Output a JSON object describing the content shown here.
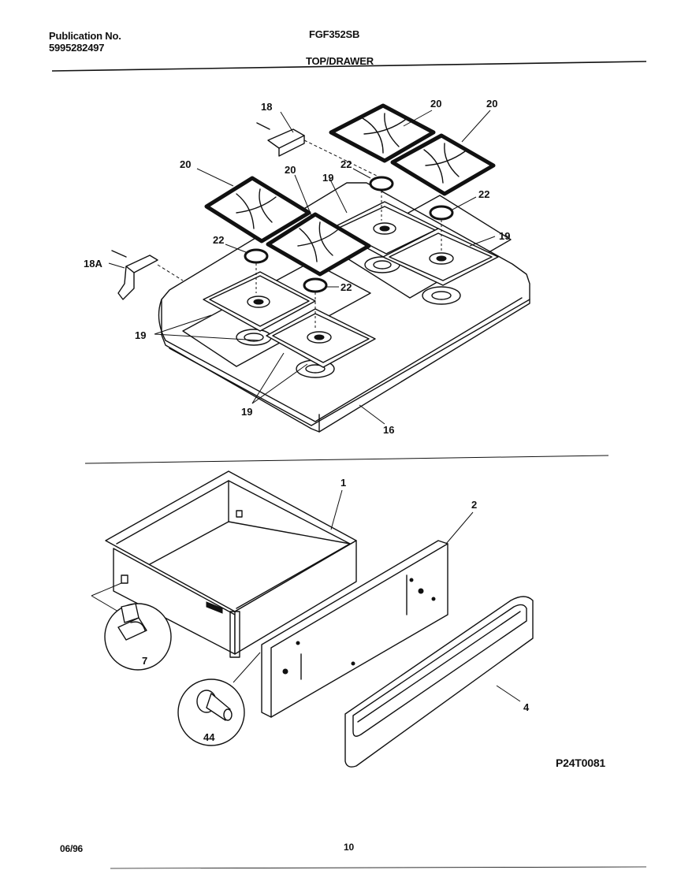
{
  "header": {
    "publication_label": "Publication No.",
    "publication_number": "5995282497",
    "model": "FGF352SB",
    "section": "TOP/DRAWER"
  },
  "footer": {
    "date": "06/96",
    "page": "10"
  },
  "drawing_id": "P24T0081",
  "callouts": {
    "c1": "1",
    "c2": "2",
    "c4": "4",
    "c7": "7",
    "c16": "16",
    "c18": "18",
    "c18a": "18A",
    "c19": "19",
    "c20": "20",
    "c22": "22",
    "c44": "44"
  }
}
